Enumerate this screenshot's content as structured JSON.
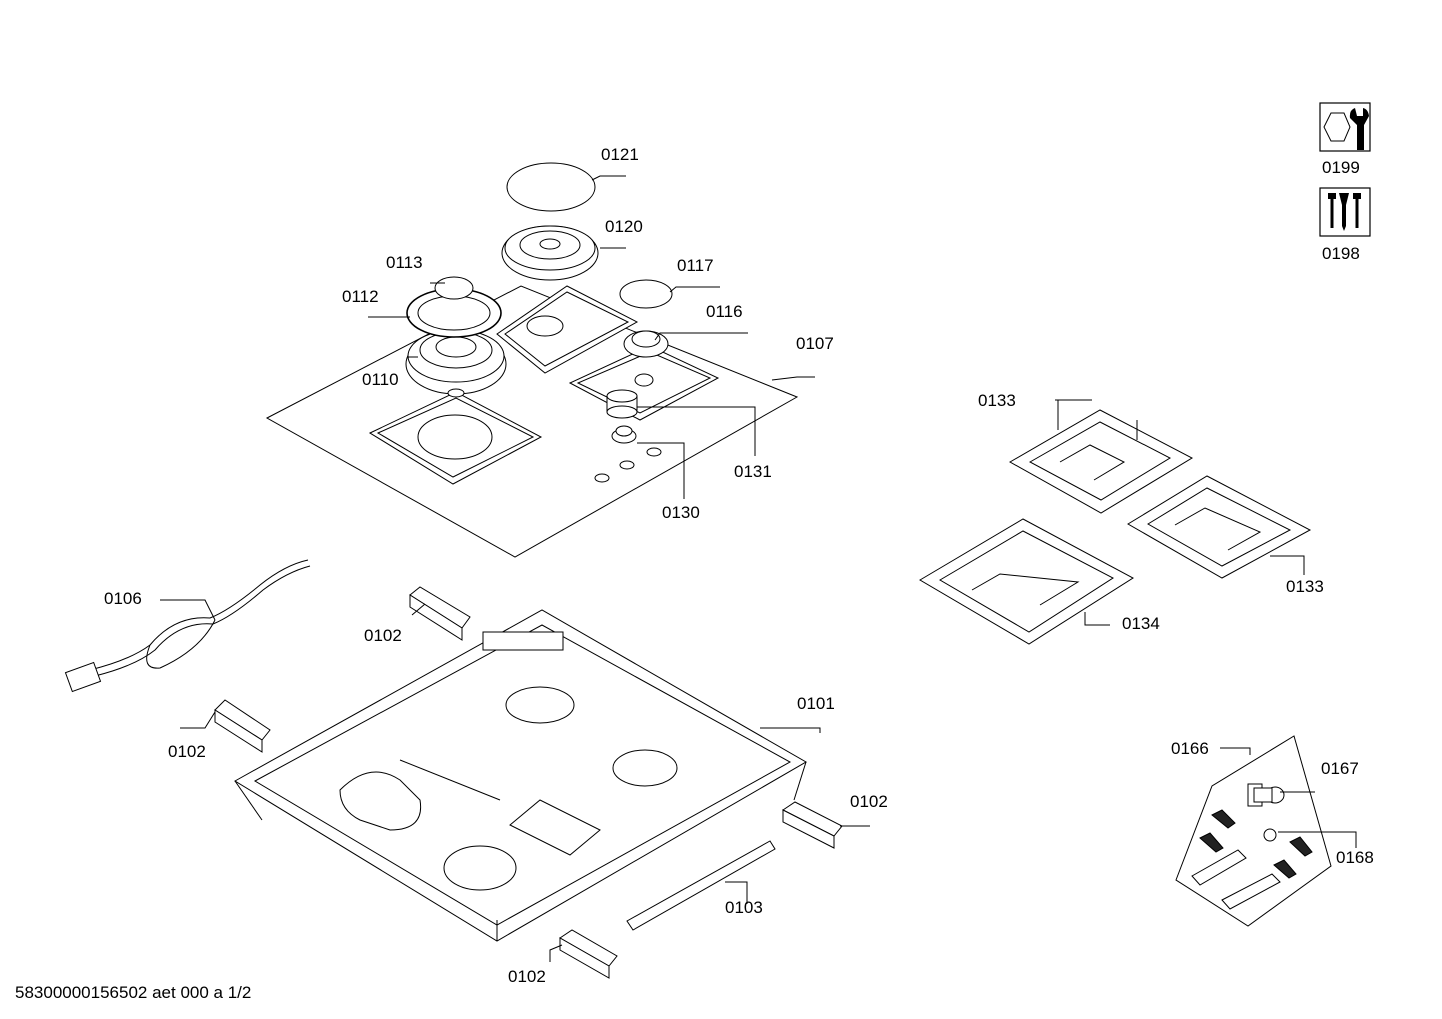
{
  "parts": {
    "p0101": "0101",
    "p0102_a": "0102",
    "p0102_b": "0102",
    "p0102_c": "0102",
    "p0102_d": "0102",
    "p0103": "0103",
    "p0106": "0106",
    "p0107": "0107",
    "p0110": "0110",
    "p0112": "0112",
    "p0113": "0113",
    "p0116": "0116",
    "p0117": "0117",
    "p0120": "0120",
    "p0121": "0121",
    "p0130": "0130",
    "p0131": "0131",
    "p0133_a": "0133",
    "p0133_b": "0133",
    "p0134": "0134",
    "p0166": "0166",
    "p0167": "0167",
    "p0168": "0168",
    "p0198": "0198",
    "p0199": "0199"
  },
  "footer": "58300000156502 aet 000 a 1/2",
  "icons": {
    "service": "wrench-nut-icon",
    "screws": "screws-icon"
  }
}
